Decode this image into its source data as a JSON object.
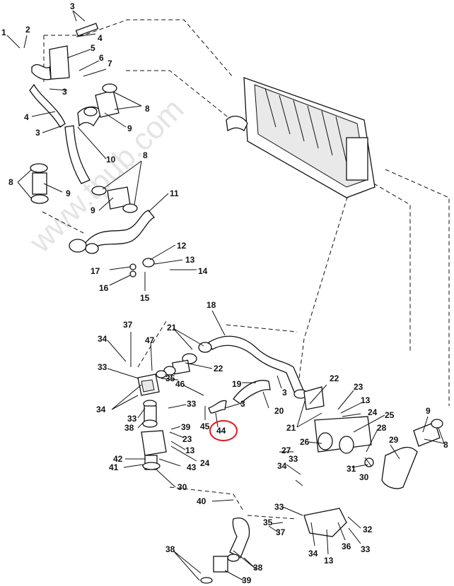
{
  "watermark": "www.tpub.com",
  "highlighted_callout": "44",
  "colors": {
    "line": "#111111",
    "highlight": "#e21a1a",
    "watermark": "#cfcfcf"
  },
  "callouts": [
    {
      "id": "c1",
      "text": "1"
    },
    {
      "id": "c2",
      "text": "2"
    },
    {
      "id": "c3a",
      "text": "3"
    },
    {
      "id": "c4a",
      "text": "4"
    },
    {
      "id": "c5",
      "text": "5"
    },
    {
      "id": "c6",
      "text": "6"
    },
    {
      "id": "c7",
      "text": "7"
    },
    {
      "id": "c3b",
      "text": "3"
    },
    {
      "id": "c4b",
      "text": "4"
    },
    {
      "id": "c3c",
      "text": "3"
    },
    {
      "id": "c8a",
      "text": "8"
    },
    {
      "id": "c9a",
      "text": "9"
    },
    {
      "id": "c10",
      "text": "10"
    },
    {
      "id": "c8b",
      "text": "8"
    },
    {
      "id": "c8c",
      "text": "8"
    },
    {
      "id": "c9b",
      "text": "9"
    },
    {
      "id": "c9c",
      "text": "9"
    },
    {
      "id": "c11",
      "text": "11"
    },
    {
      "id": "c12",
      "text": "12"
    },
    {
      "id": "c13a",
      "text": "13"
    },
    {
      "id": "c14",
      "text": "14"
    },
    {
      "id": "c17",
      "text": "17"
    },
    {
      "id": "c16",
      "text": "16"
    },
    {
      "id": "c15",
      "text": "15"
    },
    {
      "id": "c18",
      "text": "18"
    },
    {
      "id": "c37a",
      "text": "37"
    },
    {
      "id": "c21a",
      "text": "21"
    },
    {
      "id": "c34a",
      "text": "34"
    },
    {
      "id": "c47",
      "text": "47"
    },
    {
      "id": "c33a",
      "text": "33"
    },
    {
      "id": "c35a",
      "text": "35"
    },
    {
      "id": "c22a",
      "text": "22"
    },
    {
      "id": "c46",
      "text": "46"
    },
    {
      "id": "c19",
      "text": "19"
    },
    {
      "id": "c3d",
      "text": "3"
    },
    {
      "id": "c33b",
      "text": "33"
    },
    {
      "id": "c3e",
      "text": "3"
    },
    {
      "id": "c34b",
      "text": "34"
    },
    {
      "id": "c33c",
      "text": "33"
    },
    {
      "id": "c38a",
      "text": "38"
    },
    {
      "id": "c39a",
      "text": "39"
    },
    {
      "id": "c45",
      "text": "45"
    },
    {
      "id": "c44",
      "text": "44"
    },
    {
      "id": "c20",
      "text": "20"
    },
    {
      "id": "c22b",
      "text": "22"
    },
    {
      "id": "c23a",
      "text": "23"
    },
    {
      "id": "c13b",
      "text": "13"
    },
    {
      "id": "c24a",
      "text": "24"
    },
    {
      "id": "c25",
      "text": "25"
    },
    {
      "id": "c21b",
      "text": "21"
    },
    {
      "id": "c23b",
      "text": "23"
    },
    {
      "id": "c13c",
      "text": "13"
    },
    {
      "id": "c24b",
      "text": "24"
    },
    {
      "id": "c43",
      "text": "43"
    },
    {
      "id": "c42",
      "text": "42"
    },
    {
      "id": "c41",
      "text": "41"
    },
    {
      "id": "c30a",
      "text": "30"
    },
    {
      "id": "c27",
      "text": "27"
    },
    {
      "id": "c26",
      "text": "26"
    },
    {
      "id": "c28",
      "text": "28"
    },
    {
      "id": "c29",
      "text": "29"
    },
    {
      "id": "c9d",
      "text": "9"
    },
    {
      "id": "c8d",
      "text": "8"
    },
    {
      "id": "c31",
      "text": "31"
    },
    {
      "id": "c30b",
      "text": "30"
    },
    {
      "id": "c34c",
      "text": "34"
    },
    {
      "id": "c33d",
      "text": "33"
    },
    {
      "id": "c33e",
      "text": "33"
    },
    {
      "id": "c35b",
      "text": "35"
    },
    {
      "id": "c37b",
      "text": "37"
    },
    {
      "id": "c40",
      "text": "40"
    },
    {
      "id": "c32",
      "text": "32"
    },
    {
      "id": "c33f",
      "text": "33"
    },
    {
      "id": "c34d",
      "text": "34"
    },
    {
      "id": "c13d",
      "text": "13"
    },
    {
      "id": "c36",
      "text": "36"
    },
    {
      "id": "c38b",
      "text": "38"
    },
    {
      "id": "c38c",
      "text": "38"
    },
    {
      "id": "c39b",
      "text": "39"
    }
  ]
}
